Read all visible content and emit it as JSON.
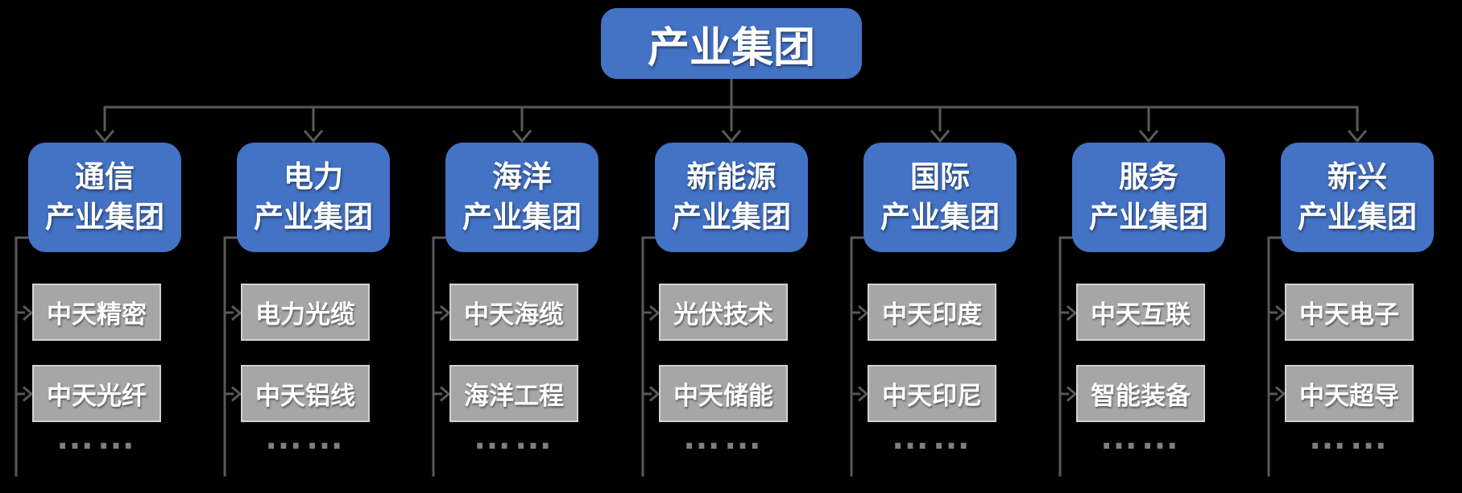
{
  "diagram": {
    "root": {
      "label": "产业集团"
    },
    "groups": [
      {
        "line1": "通信",
        "line2": "产业集团",
        "children": [
          "中天精密",
          "中天光纤"
        ],
        "more": "……"
      },
      {
        "line1": "电力",
        "line2": "产业集团",
        "children": [
          "电力光缆",
          "中天铝线"
        ],
        "more": "……"
      },
      {
        "line1": "海洋",
        "line2": "产业集团",
        "children": [
          "中天海缆",
          "海洋工程"
        ],
        "more": "……"
      },
      {
        "line1": "新能源",
        "line2": "产业集团",
        "children": [
          "光伏技术",
          "中天储能"
        ],
        "more": "……"
      },
      {
        "line1": "国际",
        "line2": "产业集团",
        "children": [
          "中天印度",
          "中天印尼"
        ],
        "more": "……"
      },
      {
        "line1": "服务",
        "line2": "产业集团",
        "children": [
          "中天互联",
          "智能装备"
        ],
        "more": "……"
      },
      {
        "line1": "新兴",
        "line2": "产业集团",
        "children": [
          "中天电子",
          "中天超导"
        ],
        "more": "……"
      }
    ],
    "colors": {
      "node_blue": "#4472c4",
      "child_gray_fill": "#a6a6a6",
      "child_gray_border": "#d2d2d2",
      "connector_gray": "#595959",
      "ellipsis_gray": "#7f7f7f",
      "text_white": "#ffffff",
      "background": "#000000"
    }
  }
}
